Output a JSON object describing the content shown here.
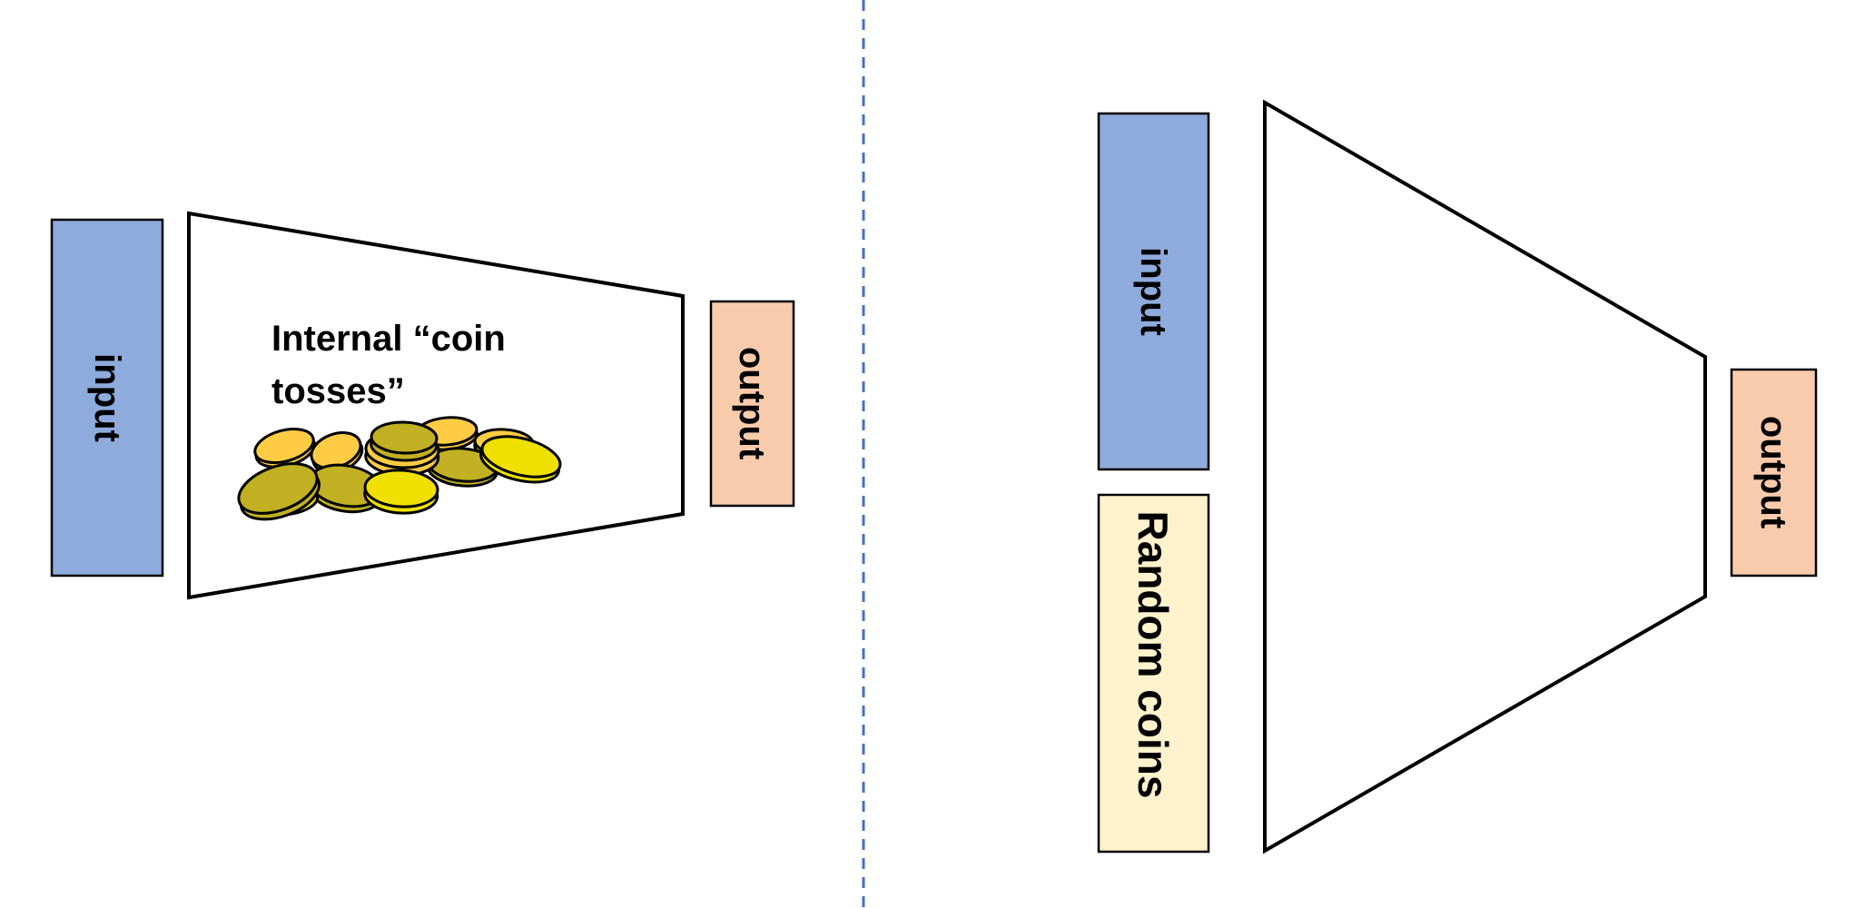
{
  "left_panel": {
    "input_label": "input",
    "output_label": "output",
    "model_caption_lines": [
      "Internal “coin",
      "tosses”"
    ],
    "coin_pile_icon": "coin-pile-icon"
  },
  "right_panel": {
    "input_label": "input",
    "random_coins_label": "Random coins",
    "output_label": "output"
  },
  "colors": {
    "input_fill": "#8FAADC",
    "output_fill": "#F8CBAD",
    "random_coins_fill": "#FFF2CC",
    "divider": "#4472C4",
    "coin_orange": "#FFCC44",
    "coin_olive": "#C1B022",
    "coin_yellow": "#F0E000"
  }
}
